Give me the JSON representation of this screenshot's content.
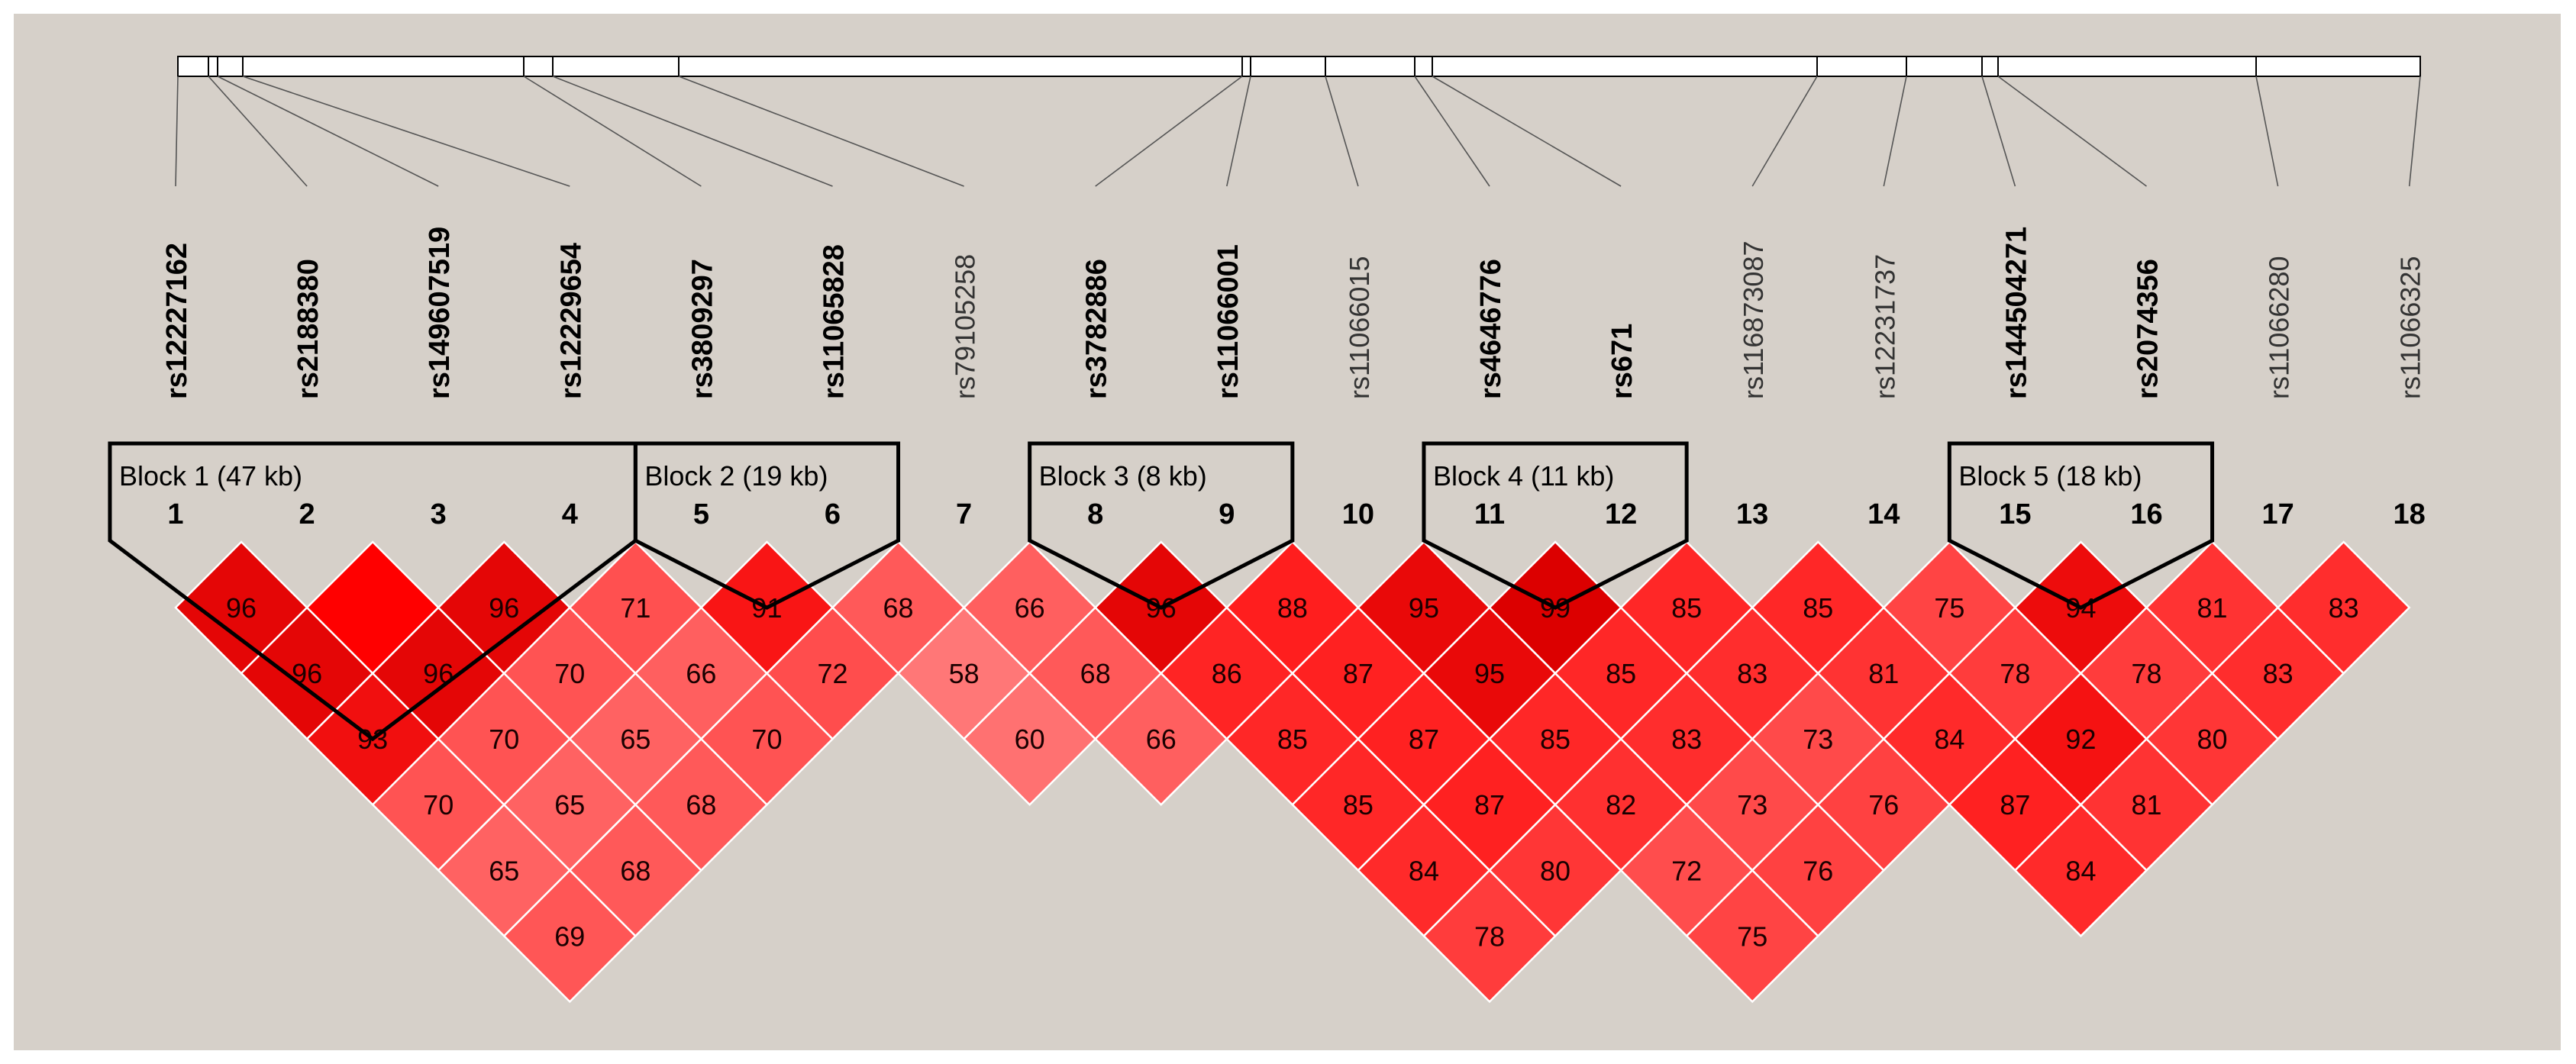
{
  "markers": [
    {
      "index": "1",
      "name": "rs12227162",
      "bold": true
    },
    {
      "index": "2",
      "name": "rs2188380",
      "bold": true
    },
    {
      "index": "3",
      "name": "rs149607519",
      "bold": true
    },
    {
      "index": "4",
      "name": "rs12229654",
      "bold": true
    },
    {
      "index": "5",
      "name": "rs3809297",
      "bold": true
    },
    {
      "index": "6",
      "name": "rs11065828",
      "bold": true
    },
    {
      "index": "7",
      "name": "rs79105258",
      "bold": false
    },
    {
      "index": "8",
      "name": "rs3782886",
      "bold": true
    },
    {
      "index": "9",
      "name": "rs11066001",
      "bold": true
    },
    {
      "index": "10",
      "name": "rs11066015",
      "bold": false
    },
    {
      "index": "11",
      "name": "rs4646776",
      "bold": true
    },
    {
      "index": "12",
      "name": "rs671",
      "bold": true
    },
    {
      "index": "13",
      "name": "rs116873087",
      "bold": false
    },
    {
      "index": "14",
      "name": "rs12231737",
      "bold": false
    },
    {
      "index": "15",
      "name": "rs144504271",
      "bold": true
    },
    {
      "index": "16",
      "name": "rs2074356",
      "bold": true
    },
    {
      "index": "17",
      "name": "rs11066280",
      "bold": false
    },
    {
      "index": "18",
      "name": "rs11066325",
      "bold": false
    }
  ],
  "blocks": [
    {
      "label": "Block 1 (47 kb)",
      "first": 1,
      "last": 4
    },
    {
      "label": "Block 2 (19 kb)",
      "first": 5,
      "last": 6
    },
    {
      "label": "Block 3 (8 kb)",
      "first": 8,
      "last": 9
    },
    {
      "label": "Block 4 (11 kb)",
      "first": 11,
      "last": 12
    },
    {
      "label": "Block 5 (18 kb)",
      "first": 15,
      "last": 16
    }
  ],
  "ld_matrix": [
    [
      96,
      96,
      93,
      70,
      65,
      69
    ],
    [
      null,
      96,
      70,
      65,
      68
    ],
    [
      96,
      70,
      65,
      68
    ],
    [
      71,
      66,
      70
    ],
    [
      91,
      72
    ],
    [
      68,
      58,
      60
    ],
    [
      66,
      68,
      66
    ],
    [
      96,
      86,
      85,
      85,
      84,
      78
    ],
    [
      88,
      87,
      87,
      87,
      80
    ],
    [
      95,
      95,
      85,
      82,
      72,
      75
    ],
    [
      99,
      85,
      83,
      73,
      76
    ],
    [
      85,
      83,
      73,
      76
    ],
    [
      85,
      81,
      84,
      87,
      84
    ],
    [
      75,
      78,
      92,
      81
    ],
    [
      94,
      78,
      80
    ],
    [
      81,
      83
    ],
    [
      83
    ]
  ],
  "colors": {
    "background": "#d6d0c9",
    "strong_ld": "#ff0000",
    "cell_border": "#ffffff",
    "block_outline": "#000000"
  }
}
